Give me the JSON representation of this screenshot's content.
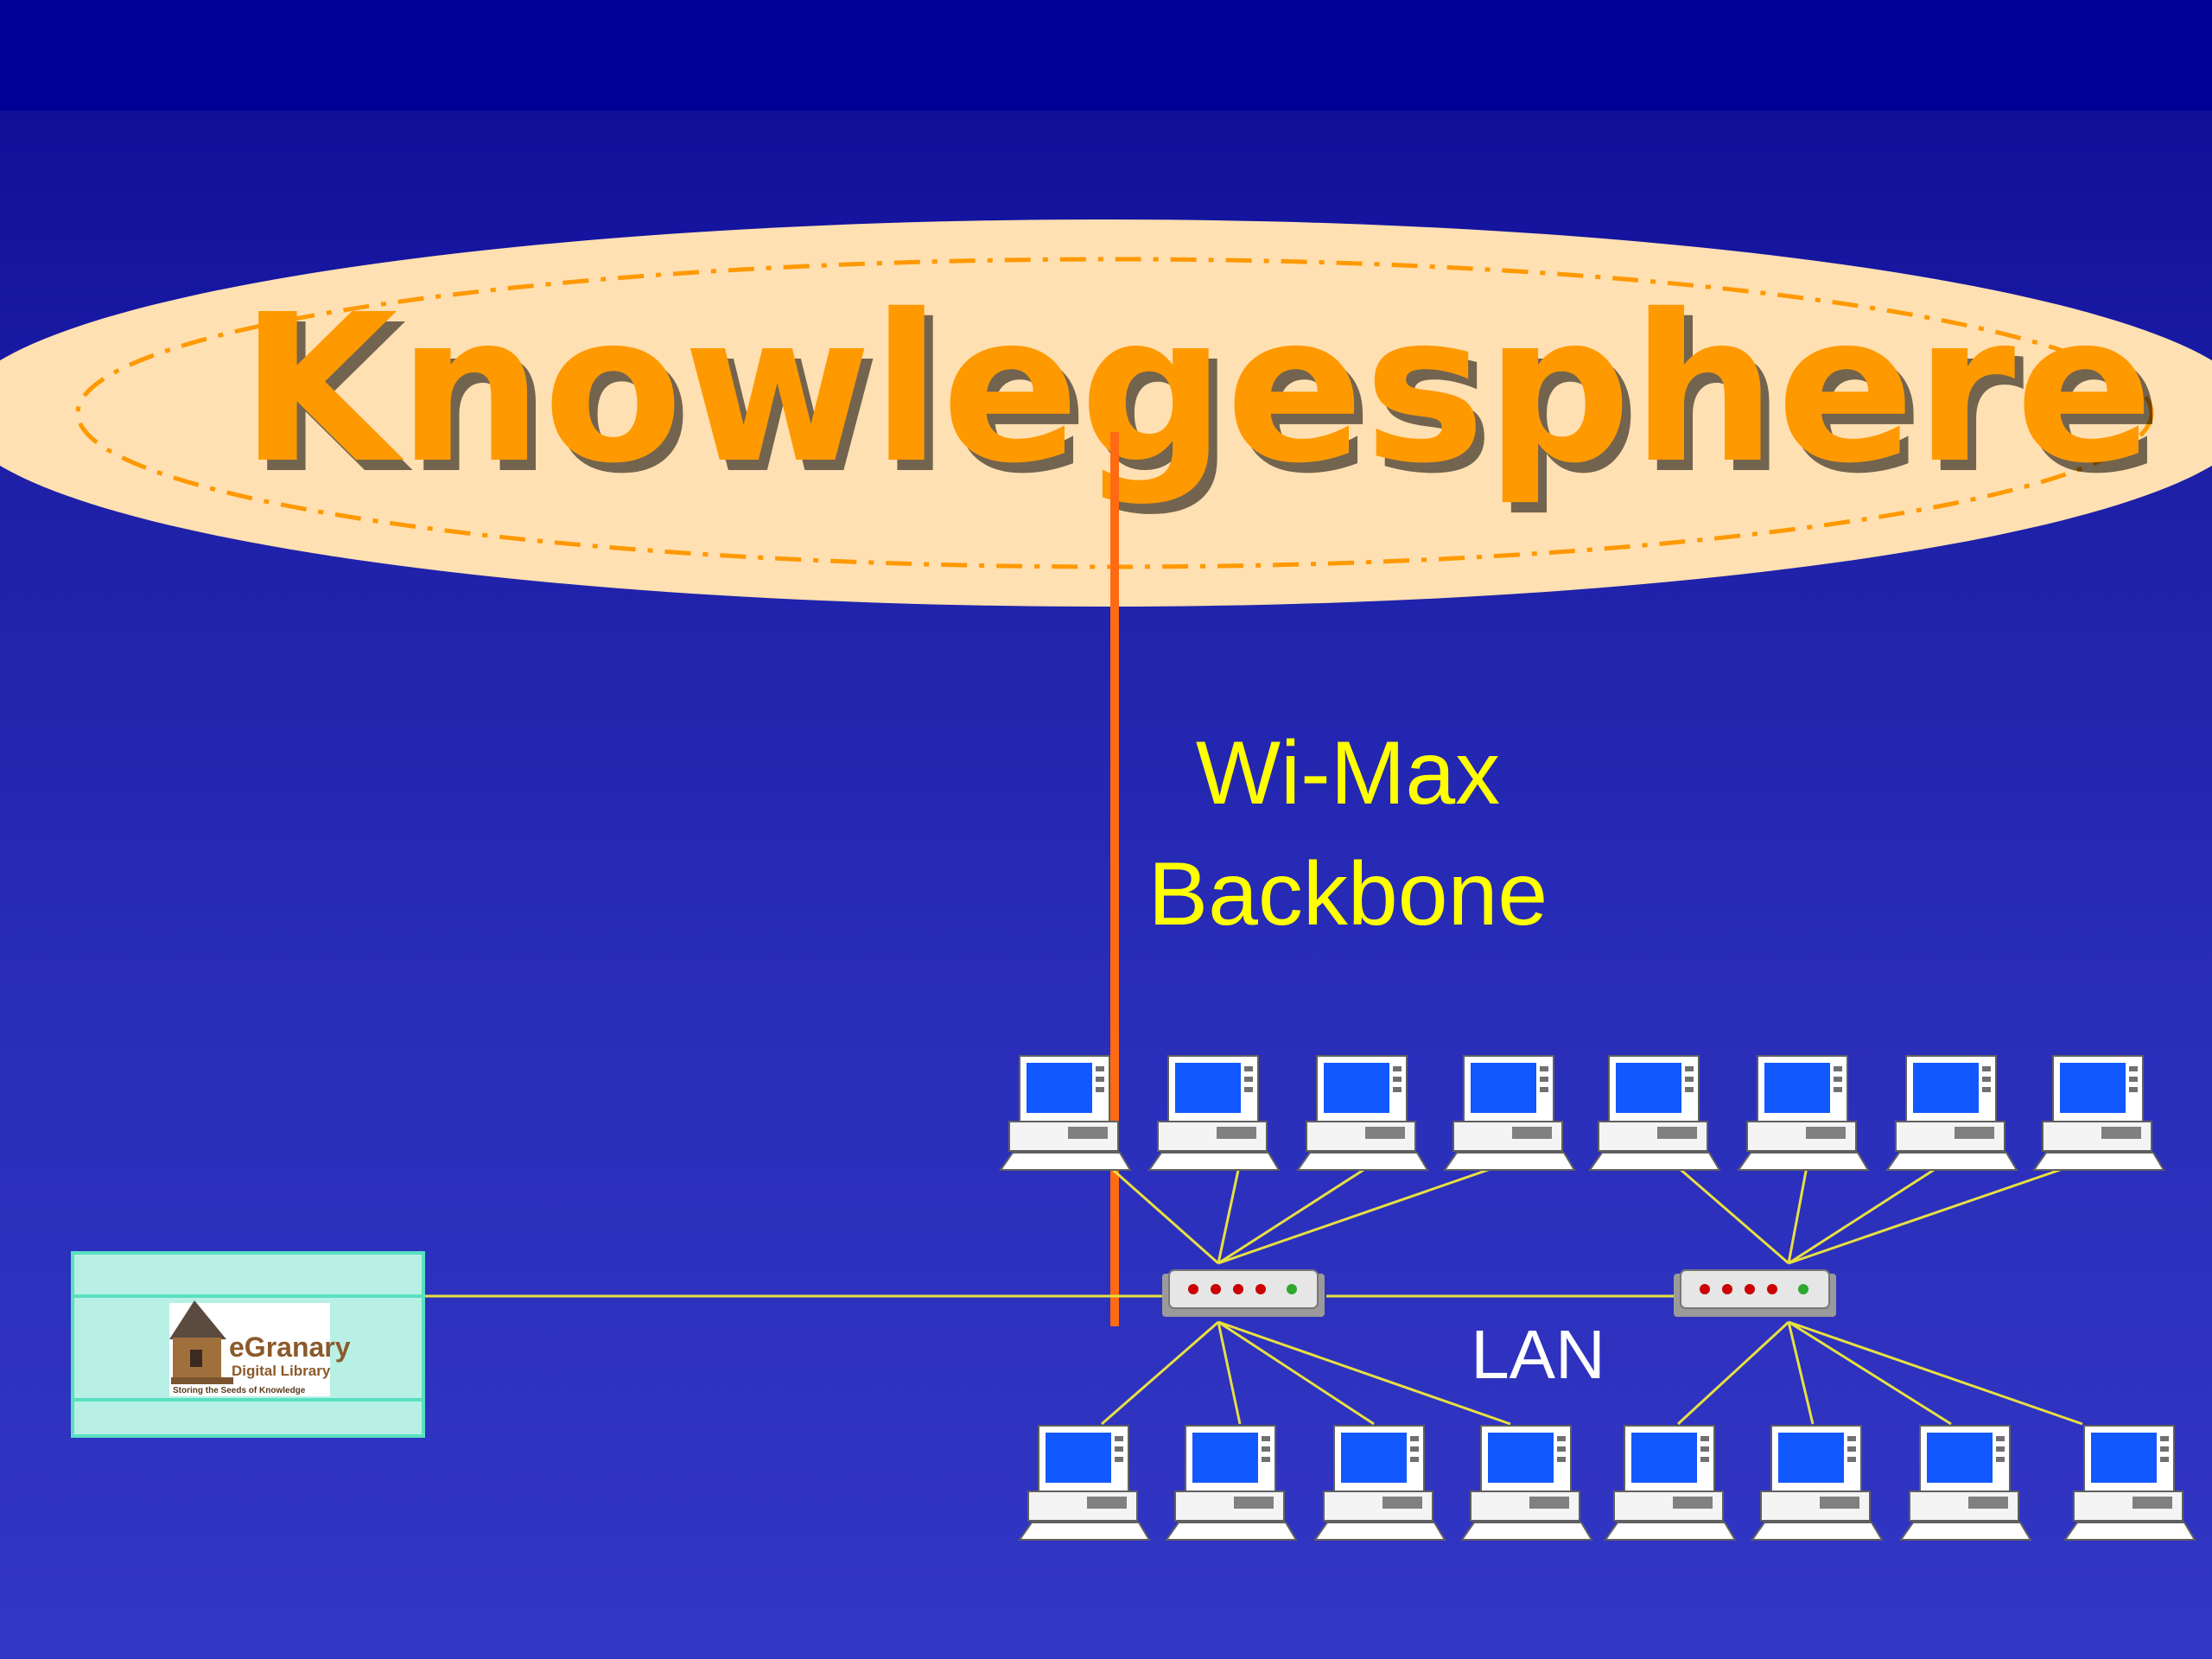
{
  "diagram": {
    "title": "Knowlegesphere",
    "link_label_line1": "Wi-Max",
    "link_label_line2": "Backbone",
    "lan_label": "LAN",
    "logo": {
      "name": "eGranary",
      "subtitle": "Digital Library",
      "tagline": "Storing the Seeds of Knowledge"
    }
  },
  "colors": {
    "background_top": "#0c0a96",
    "background_bottom": "#3236c4",
    "title_fill": "#ff9900",
    "ellipse_fill": "#ffe0b2",
    "ellipse_dash": "#ff9900",
    "backbone_line": "#ff6a13",
    "label_text": "#ffff00",
    "lan_cable": "#e8e040",
    "logo_box": "#b8f0e6"
  }
}
